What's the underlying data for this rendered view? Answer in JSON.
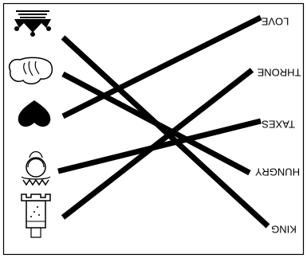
{
  "words": [
    {
      "id": "love",
      "text": "LOVE"
    },
    {
      "id": "throne",
      "text": "THRONE"
    },
    {
      "id": "taxes",
      "text": "TAXES"
    },
    {
      "id": "hungry",
      "text": "HUNGRY"
    },
    {
      "id": "king",
      "text": "KING"
    }
  ],
  "pictures": [
    {
      "id": "crown",
      "icon": "crown-icon"
    },
    {
      "id": "cloud",
      "icon": "cloud-icon"
    },
    {
      "id": "heart",
      "icon": "heart-icon"
    },
    {
      "id": "person",
      "icon": "king-figure-icon"
    },
    {
      "id": "tower",
      "icon": "castle-tower-icon"
    }
  ],
  "connections": [
    {
      "from": "crown",
      "to": "king"
    },
    {
      "from": "cloud",
      "to": "hungry"
    },
    {
      "from": "heart",
      "to": "love"
    },
    {
      "from": "person",
      "to": "taxes"
    },
    {
      "from": "tower",
      "to": "throne"
    }
  ],
  "colors": {
    "ink": "#000000",
    "background": "#ffffff"
  }
}
